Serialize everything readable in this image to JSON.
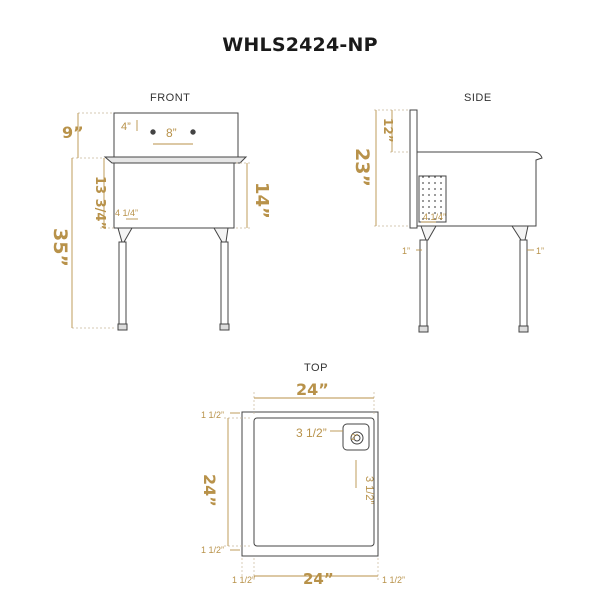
{
  "title": "WHLS2424-NP",
  "views": {
    "front": "FRONT",
    "side": "SIDE",
    "top": "TOP"
  },
  "dimensions": {
    "front": {
      "backsplash_height": "9”",
      "faucet_offset": "4”",
      "faucet_spacing": "8”",
      "basin_depth": "13 3/4”",
      "tub_height": "14”",
      "overall_height": "35”",
      "leg_inset": "4 1/4”"
    },
    "side": {
      "backsplash_height": "12”",
      "top_height": "23”",
      "leg_inset": "4 1/4”",
      "leg_offset_left": "1”",
      "leg_offset_right": "1”"
    },
    "top": {
      "overall_width": "24”",
      "overall_depth": "24”",
      "interior_width": "24”",
      "drain_offset_x": "3 1/2”",
      "drain_size": "2”",
      "drain_offset_y": "3 1/2”",
      "rim_top": "1 1/2”",
      "rim_bottom": "1 1/2”",
      "rim_left": "1 1/2”",
      "rim_right": "1 1/2”"
    }
  },
  "colors": {
    "dimension": "#b8924a",
    "outline": "#444444",
    "extension": "#c9b89a"
  }
}
